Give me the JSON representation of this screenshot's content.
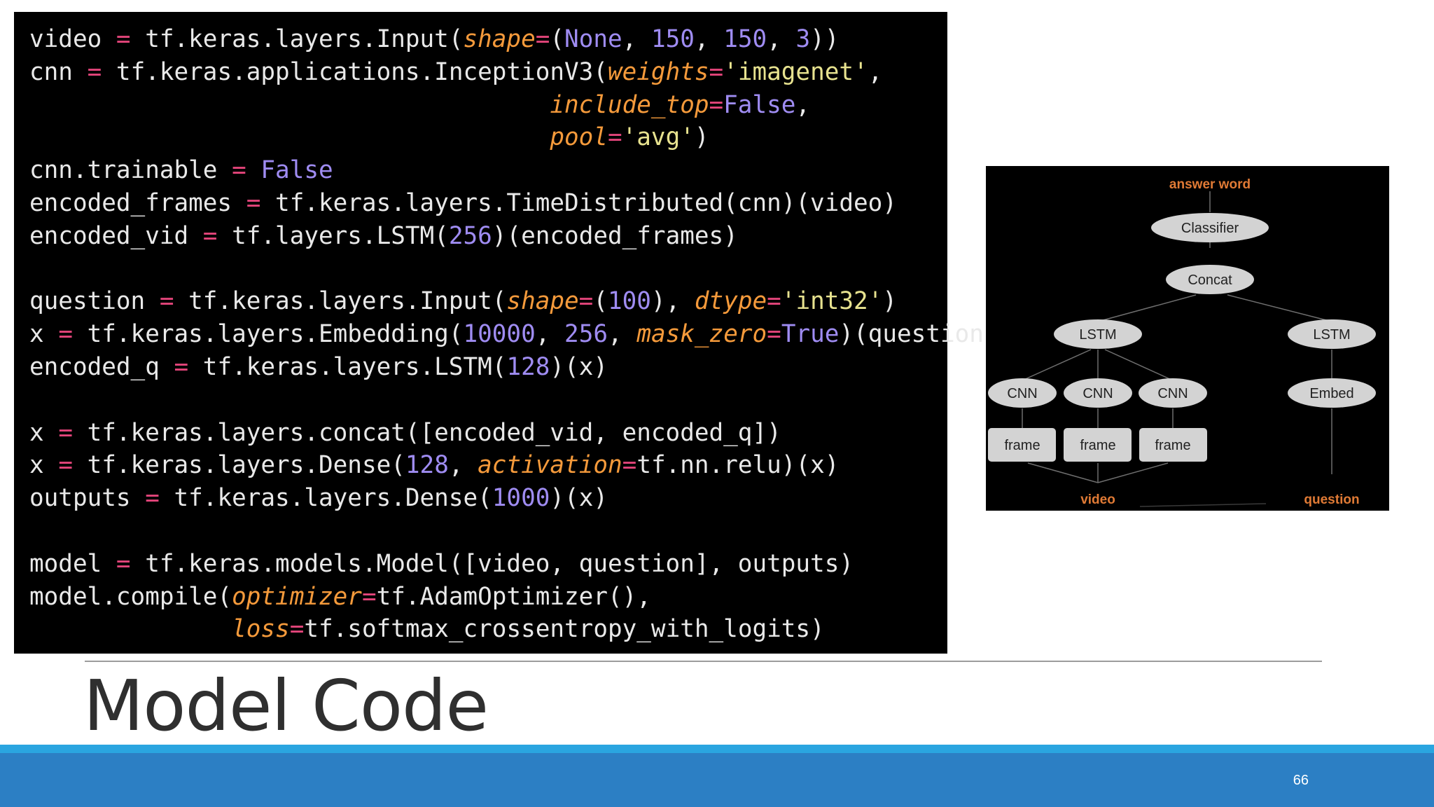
{
  "slide": {
    "title": "Model Code",
    "page_number": "66"
  },
  "code": {
    "lines": [
      [
        {
          "t": "video ",
          "c": "plain"
        },
        {
          "t": "=",
          "c": "op"
        },
        {
          "t": " tf.keras.layers.Input(",
          "c": "plain"
        },
        {
          "t": "shape",
          "c": "kw"
        },
        {
          "t": "=",
          "c": "op"
        },
        {
          "t": "(",
          "c": "plain"
        },
        {
          "t": "None",
          "c": "const"
        },
        {
          "t": ", ",
          "c": "plain"
        },
        {
          "t": "150",
          "c": "num"
        },
        {
          "t": ", ",
          "c": "plain"
        },
        {
          "t": "150",
          "c": "num"
        },
        {
          "t": ", ",
          "c": "plain"
        },
        {
          "t": "3",
          "c": "num"
        },
        {
          "t": "))",
          "c": "plain"
        }
      ],
      [
        {
          "t": "cnn ",
          "c": "plain"
        },
        {
          "t": "=",
          "c": "op"
        },
        {
          "t": " tf.keras.applications.InceptionV3(",
          "c": "plain"
        },
        {
          "t": "weights",
          "c": "kw"
        },
        {
          "t": "=",
          "c": "op"
        },
        {
          "t": "'imagenet'",
          "c": "str"
        },
        {
          "t": ",",
          "c": "plain"
        }
      ],
      [
        {
          "t": "                                    ",
          "c": "plain"
        },
        {
          "t": "include_top",
          "c": "kw"
        },
        {
          "t": "=",
          "c": "op"
        },
        {
          "t": "False",
          "c": "const"
        },
        {
          "t": ",",
          "c": "plain"
        }
      ],
      [
        {
          "t": "                                    ",
          "c": "plain"
        },
        {
          "t": "pool",
          "c": "kw"
        },
        {
          "t": "=",
          "c": "op"
        },
        {
          "t": "'avg'",
          "c": "str"
        },
        {
          "t": ")",
          "c": "plain"
        }
      ],
      [
        {
          "t": "cnn.trainable ",
          "c": "plain"
        },
        {
          "t": "=",
          "c": "op"
        },
        {
          "t": " ",
          "c": "plain"
        },
        {
          "t": "False",
          "c": "const"
        }
      ],
      [
        {
          "t": "encoded_frames ",
          "c": "plain"
        },
        {
          "t": "=",
          "c": "op"
        },
        {
          "t": " tf.keras.layers.TimeDistributed(cnn)(video)",
          "c": "plain"
        }
      ],
      [
        {
          "t": "encoded_vid ",
          "c": "plain"
        },
        {
          "t": "=",
          "c": "op"
        },
        {
          "t": " tf.layers.LSTM(",
          "c": "plain"
        },
        {
          "t": "256",
          "c": "num"
        },
        {
          "t": ")(encoded_frames)",
          "c": "plain"
        }
      ],
      [],
      [
        {
          "t": "question ",
          "c": "plain"
        },
        {
          "t": "=",
          "c": "op"
        },
        {
          "t": " tf.keras.layers.Input(",
          "c": "plain"
        },
        {
          "t": "shape",
          "c": "kw"
        },
        {
          "t": "=",
          "c": "op"
        },
        {
          "t": "(",
          "c": "plain"
        },
        {
          "t": "100",
          "c": "num"
        },
        {
          "t": "), ",
          "c": "plain"
        },
        {
          "t": "dtype",
          "c": "kw"
        },
        {
          "t": "=",
          "c": "op"
        },
        {
          "t": "'int32'",
          "c": "str"
        },
        {
          "t": ")",
          "c": "plain"
        }
      ],
      [
        {
          "t": "x ",
          "c": "plain"
        },
        {
          "t": "=",
          "c": "op"
        },
        {
          "t": " tf.keras.layers.Embedding(",
          "c": "plain"
        },
        {
          "t": "10000",
          "c": "num"
        },
        {
          "t": ", ",
          "c": "plain"
        },
        {
          "t": "256",
          "c": "num"
        },
        {
          "t": ", ",
          "c": "plain"
        },
        {
          "t": "mask_zero",
          "c": "kw"
        },
        {
          "t": "=",
          "c": "op"
        },
        {
          "t": "True",
          "c": "const"
        },
        {
          "t": ")(question)",
          "c": "plain"
        }
      ],
      [
        {
          "t": "encoded_q ",
          "c": "plain"
        },
        {
          "t": "=",
          "c": "op"
        },
        {
          "t": " tf.keras.layers.LSTM(",
          "c": "plain"
        },
        {
          "t": "128",
          "c": "num"
        },
        {
          "t": ")(x)",
          "c": "plain"
        }
      ],
      [],
      [
        {
          "t": "x ",
          "c": "plain"
        },
        {
          "t": "=",
          "c": "op"
        },
        {
          "t": " tf.keras.layers.concat([encoded_vid, encoded_q])",
          "c": "plain"
        }
      ],
      [
        {
          "t": "x ",
          "c": "plain"
        },
        {
          "t": "=",
          "c": "op"
        },
        {
          "t": " tf.keras.layers.Dense(",
          "c": "plain"
        },
        {
          "t": "128",
          "c": "num"
        },
        {
          "t": ", ",
          "c": "plain"
        },
        {
          "t": "activation",
          "c": "kw"
        },
        {
          "t": "=",
          "c": "op"
        },
        {
          "t": "tf.nn.relu)(x)",
          "c": "plain"
        }
      ],
      [
        {
          "t": "outputs ",
          "c": "plain"
        },
        {
          "t": "=",
          "c": "op"
        },
        {
          "t": " tf.keras.layers.Dense(",
          "c": "plain"
        },
        {
          "t": "1000",
          "c": "num"
        },
        {
          "t": ")(x)",
          "c": "plain"
        }
      ],
      [],
      [
        {
          "t": "model ",
          "c": "plain"
        },
        {
          "t": "=",
          "c": "op"
        },
        {
          "t": " tf.keras.models.Model([video, question], outputs)",
          "c": "plain"
        }
      ],
      [
        {
          "t": "model.compile(",
          "c": "plain"
        },
        {
          "t": "optimizer",
          "c": "kw"
        },
        {
          "t": "=",
          "c": "op"
        },
        {
          "t": "tf.AdamOptimizer(),",
          "c": "plain"
        }
      ],
      [
        {
          "t": "              ",
          "c": "plain"
        },
        {
          "t": "loss",
          "c": "kw"
        },
        {
          "t": "=",
          "c": "op"
        },
        {
          "t": "tf.softmax_crossentropy_with_logits)",
          "c": "plain"
        }
      ]
    ]
  },
  "diagram": {
    "labels": {
      "answer_word": "answer word",
      "classifier": "Classifier",
      "concat": "Concat",
      "lstm_video": "LSTM",
      "lstm_question": "LSTM",
      "cnn_1": "CNN",
      "cnn_2": "CNN",
      "cnn_3": "CNN",
      "embed": "Embed",
      "frame_1": "frame",
      "frame_2": "frame",
      "frame_3": "frame",
      "video": "video",
      "question": "question"
    },
    "colors": {
      "accent_label": "#e07a35",
      "node_fill": "#d3d3d3",
      "edge": "#707070"
    }
  },
  "colors": {
    "code_background": "#000000",
    "footer_accent": "#2aa5e0",
    "footer_bar": "#2c7fc4",
    "title_text": "#2f2f2f"
  }
}
